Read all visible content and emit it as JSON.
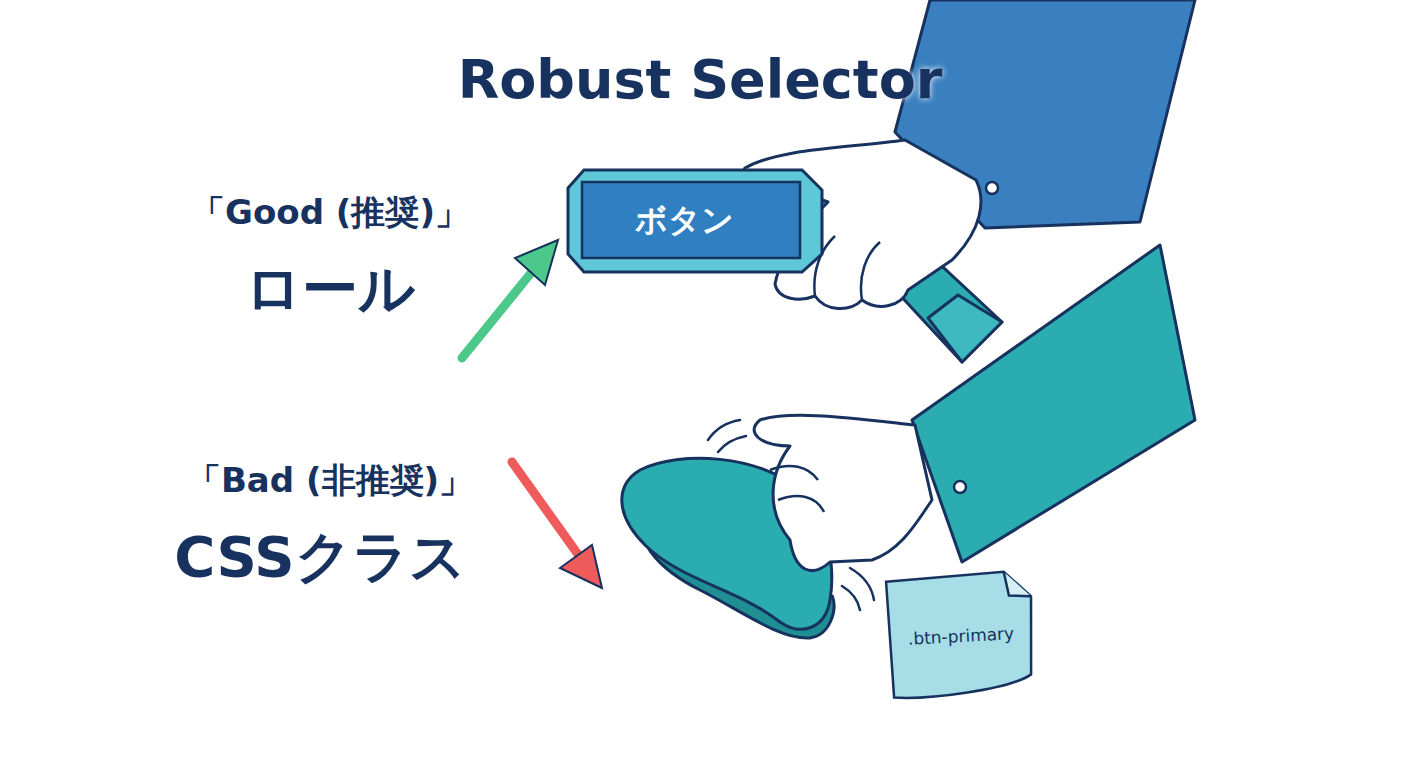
{
  "diagram": {
    "title": "Robust Selector",
    "nodes": [
      {
        "text": [
          "ボタン"
        ]
      },
      {
        "text": [
          ".btn-primary"
        ]
      }
    ],
    "labels": [
      "「Good (推奨)」",
      "ロール",
      "「Bad (非推奨)」",
      "CSSクラス"
    ]
  }
}
